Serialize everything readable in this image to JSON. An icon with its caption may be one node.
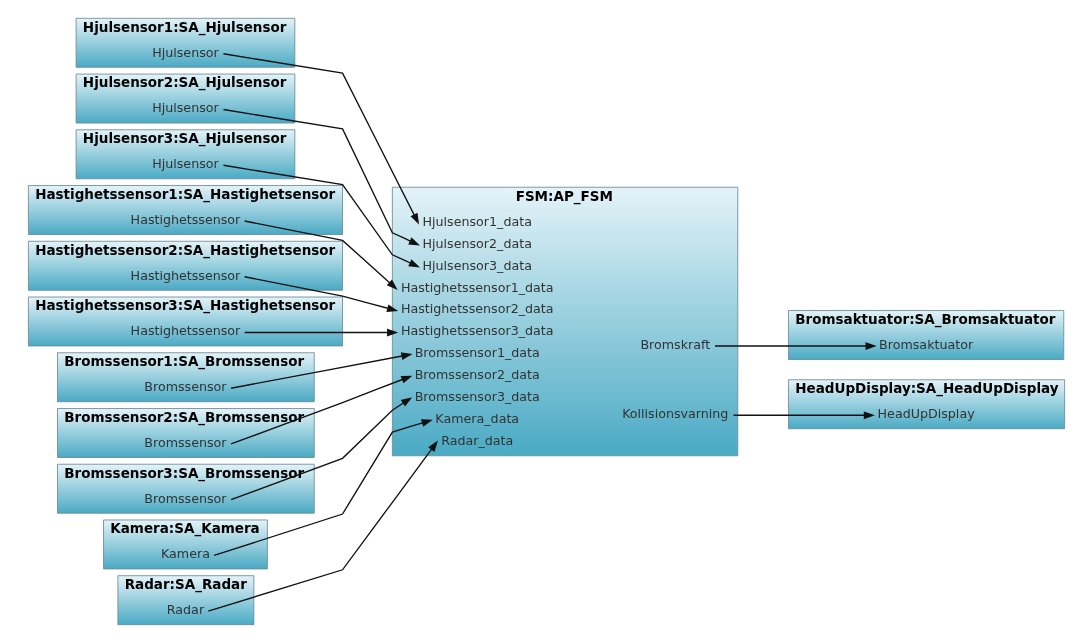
{
  "diagram": {
    "nodes": [
      {
        "text": [
          "Hjulsensor1:SA_Hjulsensor"
        ]
      },
      {
        "text": [
          "Hjulsensor"
        ],
        "in": 0
      },
      {
        "text": [
          "Hjulsensor2:SA_Hjulsensor"
        ]
      },
      {
        "text": [
          "Hjulsensor"
        ],
        "in": 2
      },
      {
        "text": [
          "Hjulsensor3:SA_Hjulsensor"
        ]
      },
      {
        "text": [
          "Hjulsensor"
        ],
        "in": 4
      },
      {
        "text": [
          "Hastighetssensor1:SA_Hastighetsensor"
        ]
      },
      {
        "text": [
          "Hastighetssensor"
        ],
        "in": 6
      },
      {
        "text": [
          "Hastighetssensor2:SA_Hastighetsensor"
        ]
      },
      {
        "text": [
          "Hastighetssensor"
        ],
        "in": 8
      },
      {
        "text": [
          "Hastighetssensor3:SA_Hastighetsensor"
        ]
      },
      {
        "text": [
          "Hastighetssensor"
        ],
        "in": 10
      },
      {
        "text": [
          "Bromssensor1:SA_Bromssensor"
        ]
      },
      {
        "text": [
          "Bromssensor"
        ],
        "in": 12
      },
      {
        "text": [
          "Bromssensor2:SA_Bromssensor"
        ]
      },
      {
        "text": [
          "Bromssensor"
        ],
        "in": 14
      },
      {
        "text": [
          "Bromssensor3:SA_Bromssensor"
        ]
      },
      {
        "text": [
          "Bromssensor"
        ],
        "in": 16
      },
      {
        "text": [
          "Kamera:SA_Kamera"
        ]
      },
      {
        "text": [
          "Kamera"
        ],
        "in": 18
      },
      {
        "text": [
          "Radar:SA_Radar"
        ]
      },
      {
        "text": [
          "Radar"
        ],
        "in": 20
      },
      {
        "text": [
          "FSM:AP_FSM"
        ]
      },
      {
        "text": [
          "Hjulsensor1_data"
        ],
        "in": 22
      },
      {
        "text": [
          "Hjulsensor2_data"
        ],
        "in": 22
      },
      {
        "text": [
          "Hjulsensor3_data"
        ],
        "in": 22
      },
      {
        "text": [
          "Hastighetssensor1_data"
        ],
        "in": 22
      },
      {
        "text": [
          "Hastighetssensor2_data"
        ],
        "in": 22
      },
      {
        "text": [
          "Hastighetssensor3_data"
        ],
        "in": 22
      },
      {
        "text": [
          "Bromssensor1_data"
        ],
        "in": 22
      },
      {
        "text": [
          "Bromssensor2_data"
        ],
        "in": 22
      },
      {
        "text": [
          "Bromssensor3_data"
        ],
        "in": 22
      },
      {
        "text": [
          "Kamera_data"
        ],
        "in": 22
      },
      {
        "text": [
          "Radar_data"
        ],
        "in": 22
      },
      {
        "text": [
          "Bromskraft"
        ],
        "in": 22
      },
      {
        "text": [
          "Kollisionsvarning"
        ],
        "in": 22
      },
      {
        "text": [
          "Bromsaktuator:SA_Bromsaktuator"
        ]
      },
      {
        "text": [
          "Bromsaktuator"
        ],
        "in": 36
      },
      {
        "text": [
          "HeadUpDisplay:SA_HeadUpDisplay"
        ]
      },
      {
        "text": [
          "HeadUpDisplay"
        ],
        "in": 38
      }
    ],
    "edges": [
      {
        "from": 1,
        "to": 23,
        "arrow": "to"
      },
      {
        "from": 3,
        "to": 24,
        "arrow": "to"
      },
      {
        "from": 5,
        "to": 25,
        "arrow": "to"
      },
      {
        "from": 7,
        "to": 26,
        "arrow": "to"
      },
      {
        "from": 9,
        "to": 27,
        "arrow": "to"
      },
      {
        "from": 11,
        "to": 28,
        "arrow": "to"
      },
      {
        "from": 13,
        "to": 29,
        "arrow": "to"
      },
      {
        "from": 15,
        "to": 30,
        "arrow": "to"
      },
      {
        "from": 17,
        "to": 31,
        "arrow": "to"
      },
      {
        "from": 19,
        "to": 32,
        "arrow": "to"
      },
      {
        "from": 21,
        "to": 33,
        "arrow": "to"
      },
      {
        "from": 34,
        "to": 37,
        "arrow": "to"
      },
      {
        "from": 35,
        "to": 39,
        "arrow": "to"
      }
    ]
  }
}
